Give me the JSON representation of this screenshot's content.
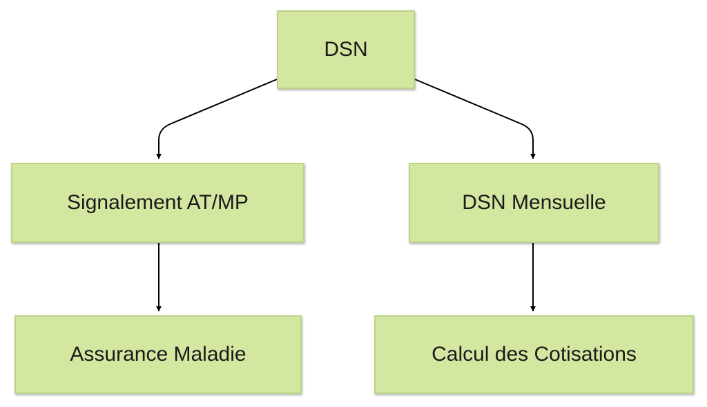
{
  "diagram": {
    "nodes": {
      "dsn": "DSN",
      "signalement": "Signalement AT/MP",
      "mensuelle": "DSN Mensuelle",
      "assurance": "Assurance Maladie",
      "calcul": "Calcul des Cotisations"
    },
    "edges": [
      {
        "from": "dsn",
        "to": "signalement"
      },
      {
        "from": "dsn",
        "to": "mensuelle"
      },
      {
        "from": "signalement",
        "to": "assurance"
      },
      {
        "from": "mensuelle",
        "to": "calcul"
      }
    ],
    "colors": {
      "node_fill": "#d3e7a0",
      "node_border": "#b9d48a",
      "edge": "#000000",
      "text": "#1a1a1a"
    }
  }
}
